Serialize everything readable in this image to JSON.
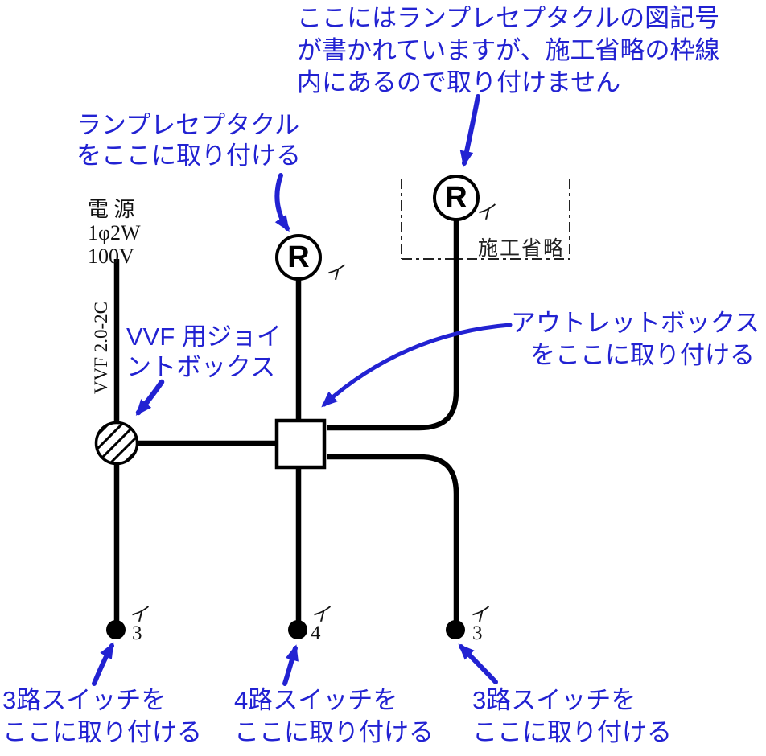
{
  "colors": {
    "annotation_blue": "#2222d2",
    "line_black": "#000000",
    "frame_gray": "#222222"
  },
  "annotations": {
    "omitted_receptacle": [
      "ここにはランプレセプタクルの図記号",
      "が書かれていますが、施工省略の枠線",
      "内にあるので取り付けません"
    ],
    "lamp_receptacle": [
      "ランプレセプタクル",
      "をここに取り付ける"
    ],
    "vvf_joint_box": [
      "VVF 用ジョイ",
      "ントボックス"
    ],
    "outlet_box": [
      "アウトレットボックス",
      "をここに取り付ける"
    ],
    "three_way_switch_left": [
      "3路スイッチを",
      "ここに取り付ける"
    ],
    "four_way_switch": [
      "4路スイッチを",
      "ここに取り付ける"
    ],
    "three_way_switch_right": [
      "3路スイッチを",
      "ここに取り付ける"
    ]
  },
  "diagram": {
    "power_source": [
      "電 源",
      "1φ2W",
      "100V"
    ],
    "cable_label": "VVF 2.0-2C",
    "omission_box_label": "施工省略",
    "receptacle_letter": "R",
    "receptacle_mid_mark": "イ",
    "receptacle_omitted_mark": "イ",
    "switches": [
      {
        "mark": "イ",
        "number": "3"
      },
      {
        "mark": "イ",
        "number": "4"
      },
      {
        "mark": "イ",
        "number": "3"
      }
    ]
  }
}
